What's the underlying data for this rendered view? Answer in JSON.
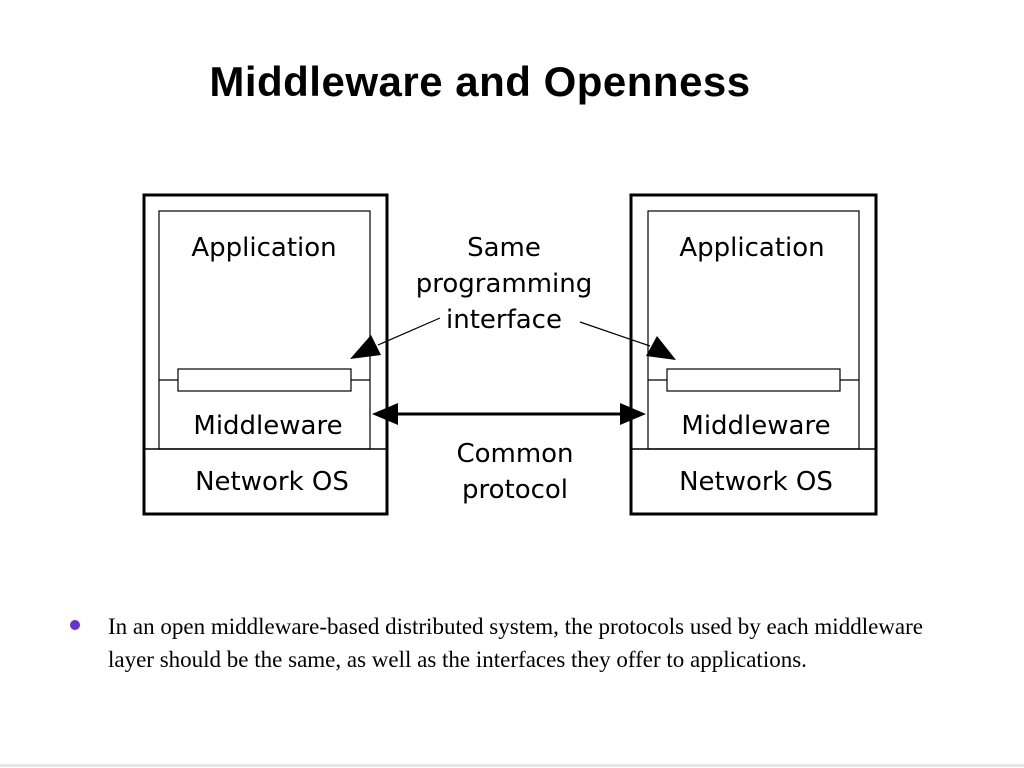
{
  "slide": {
    "title": "Middleware and Openness",
    "bullet_color": "#6633cc",
    "bullets": [
      {
        "text": "In an open middleware-based distributed system, the protocols used by each middleware layer should be the same, as well as the interfaces they offer to applications."
      }
    ]
  },
  "diagram": {
    "left_system": {
      "application_label": "Application",
      "middleware_label": "Middleware",
      "network_os_label": "Network OS"
    },
    "right_system": {
      "application_label": "Application",
      "middleware_label": "Middleware",
      "network_os_label": "Network OS"
    },
    "interface_annotation": [
      "Same",
      "programming",
      "interface"
    ],
    "protocol_annotation": [
      "Common",
      "protocol"
    ]
  }
}
